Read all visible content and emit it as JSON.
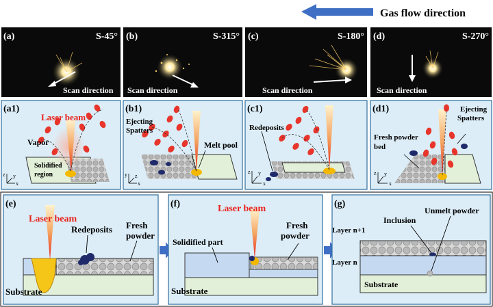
{
  "header": {
    "gas_flow_label": "Gas flow direction"
  },
  "photos": [
    {
      "id": "(a)",
      "scan": "S-45°",
      "direction_label": "Scan direction"
    },
    {
      "id": "(b)",
      "scan": "S-315°",
      "direction_label": "Scan direction"
    },
    {
      "id": "(c)",
      "scan": "S-180°",
      "direction_label": "Scan direction"
    },
    {
      "id": "(d)",
      "scan": "S-270°",
      "direction_label": "Scan direction"
    }
  ],
  "schematics": {
    "a1": {
      "id": "(a1)",
      "laser": "Laser beam",
      "vapor": "Vapor",
      "solidified_1": "Solidified",
      "solidified_2": "region"
    },
    "b1": {
      "id": "(b1)",
      "eject_1": "Ejecting",
      "eject_2": "Spatters",
      "melt_pool": "Melt pool"
    },
    "c1": {
      "id": "(c1)",
      "redeposits": "Redeposits"
    },
    "d1": {
      "id": "(d1)",
      "eject_1": "Ejecting",
      "eject_2": "Spatters",
      "fresh_1": "Fresh powder",
      "fresh_2": "bed"
    }
  },
  "axes": {
    "x": "x",
    "y": "y",
    "z": "z"
  },
  "process": {
    "e": {
      "id": "(e)",
      "laser": "Laser beam",
      "redeposits": "Redeposits",
      "fresh_1": "Fresh",
      "fresh_2": "powder",
      "substrate": "Substrate"
    },
    "f": {
      "id": "(f)",
      "laser": "Laser beam",
      "solidified": "Solidified part",
      "fresh_1": "Fresh",
      "fresh_2": "powder",
      "substrate": "Substrate"
    },
    "g": {
      "id": "(g)",
      "inclusion": "Inclusion",
      "unmelt": "Unmelt powder",
      "layer_n1": "Layer n+1",
      "layer_n": "Layer n",
      "substrate": "Substrate"
    }
  },
  "colors": {
    "panel_fill": "#dcedf7",
    "panel_border": "#2f6d9e",
    "arrow_blue": "#3f6fc4",
    "laser_red": "#e8231c",
    "substrate_green": "#e2f0d9",
    "solid_blue": "#c5d9f0",
    "powder_grey": "#bdbdbd",
    "redeposit_navy": "#1f2a6b",
    "melt_orange": "#f5b800",
    "spatter_red": "#e8352b"
  }
}
